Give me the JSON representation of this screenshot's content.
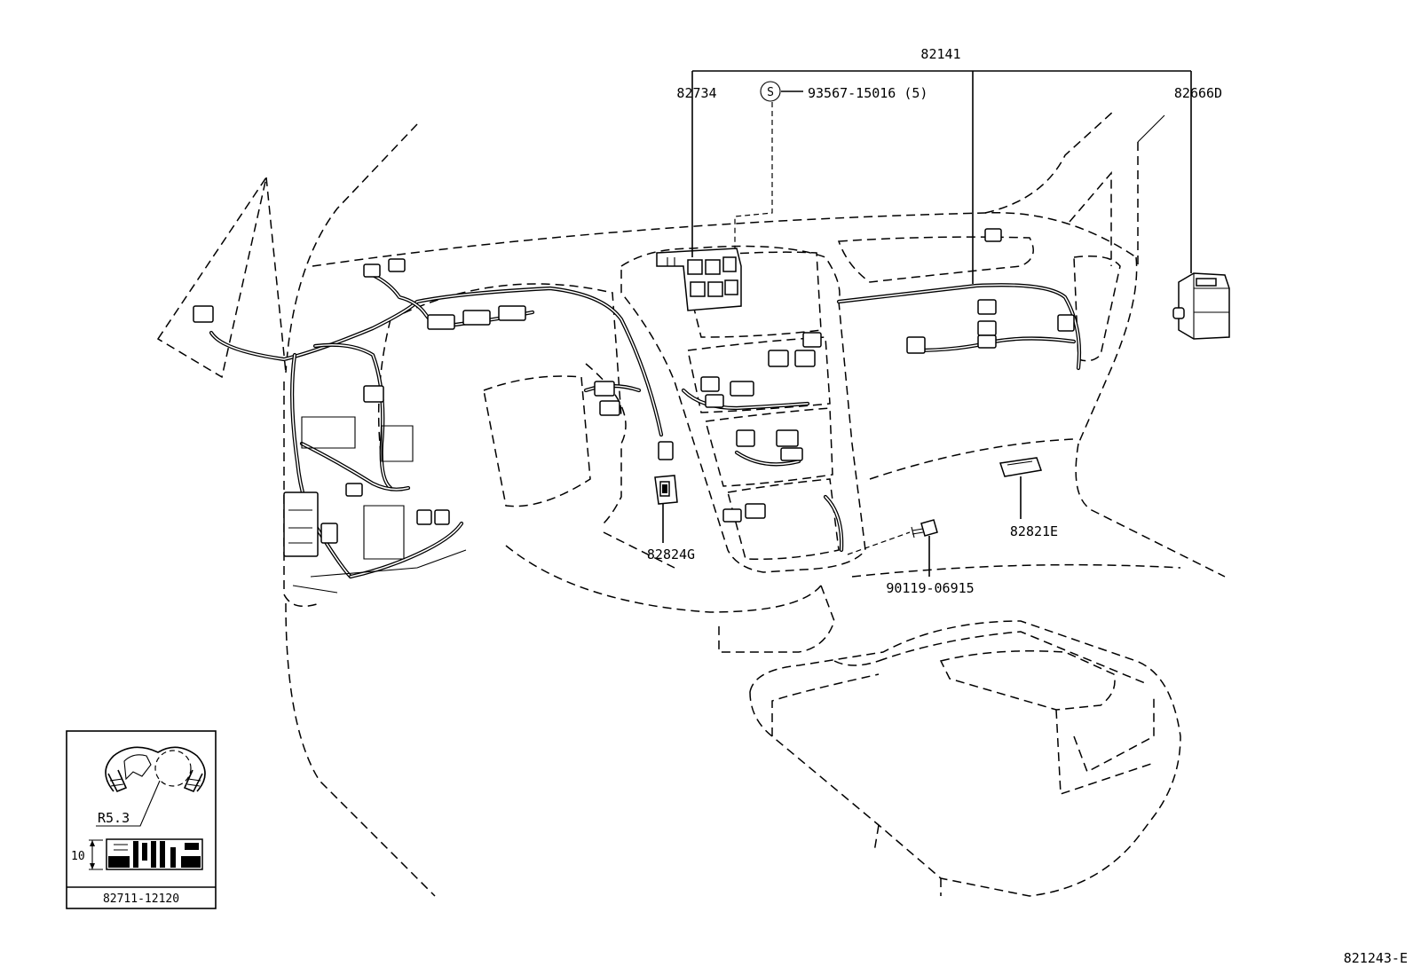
{
  "diagram": {
    "parts": {
      "harness_main": "82141",
      "junction_block": "82734",
      "screw_ref": "93567-15016 (5)",
      "screw_symbol": "S",
      "relay_right": "82666D",
      "bracket_lower": "82824G",
      "bolt": "90119-06915",
      "block_right": "82821E"
    },
    "inset": {
      "radius_label": "R5.3",
      "height_label": "10",
      "clamp_part": "82711-12120"
    },
    "figure_code": "821243-E"
  }
}
